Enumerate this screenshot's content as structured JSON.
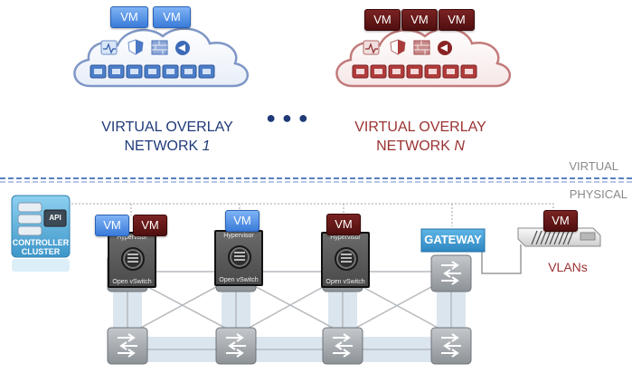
{
  "vm_label": "VM",
  "overlay1": {
    "line1": "VIRTUAL OVERLAY",
    "line2": "NETWORK ",
    "index": "1"
  },
  "overlayN": {
    "line1": "VIRTUAL OVERLAY",
    "line2": "NETWORK ",
    "index": "N"
  },
  "ellipsis": "● ● ●",
  "layer_virtual": "VIRTUAL",
  "layer_physical": "PHYSICAL",
  "controller": {
    "api": "API",
    "line1": "CONTROLLER",
    "line2": "CLUSTER"
  },
  "hypervisor": {
    "top": "Hypervisor",
    "bottom": "Open vSwitch"
  },
  "gateway": "GATEWAY",
  "vlans": "VLANs",
  "colors": {
    "blue_text": "#1f3a78",
    "red_text": "#9b3232",
    "vm_blue": "#4a8be6",
    "vm_red": "#5c1515",
    "separator": "#5a7fc2",
    "label_gray": "#8a8a8a"
  }
}
